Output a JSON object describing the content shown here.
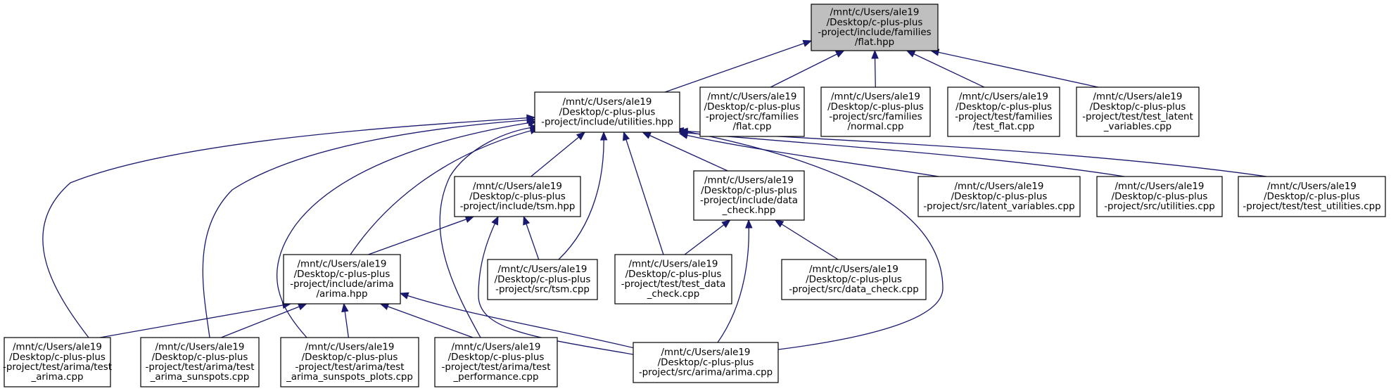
{
  "graph": {
    "type": "include-dependency-graph",
    "edge_color": "#191970",
    "root_fill": "#bfbfbf",
    "nodes": [
      {
        "id": "flat_hpp",
        "root": true,
        "lines": [
          "/mnt/c/Users/ale19",
          "/Desktop/c-plus-plus",
          "-project/include/families",
          "/flat.hpp"
        ]
      },
      {
        "id": "utilities_hpp",
        "lines": [
          "/mnt/c/Users/ale19",
          "/Desktop/c-plus-plus",
          "-project/include/utilities.hpp"
        ]
      },
      {
        "id": "flat_cpp",
        "lines": [
          "/mnt/c/Users/ale19",
          "/Desktop/c-plus-plus",
          "-project/src/families",
          "/flat.cpp"
        ]
      },
      {
        "id": "normal_cpp",
        "lines": [
          "/mnt/c/Users/ale19",
          "/Desktop/c-plus-plus",
          "-project/src/families",
          "/normal.cpp"
        ]
      },
      {
        "id": "test_flat_cpp",
        "lines": [
          "/mnt/c/Users/ale19",
          "/Desktop/c-plus-plus",
          "-project/test/families",
          "/test_flat.cpp"
        ]
      },
      {
        "id": "test_latent_cpp",
        "lines": [
          "/mnt/c/Users/ale19",
          "/Desktop/c-plus-plus",
          "-project/test/test_latent",
          "_variables.cpp"
        ]
      },
      {
        "id": "tsm_hpp",
        "lines": [
          "/mnt/c/Users/ale19",
          "/Desktop/c-plus-plus",
          "-project/include/tsm.hpp"
        ]
      },
      {
        "id": "data_check_hpp",
        "lines": [
          "/mnt/c/Users/ale19",
          "/Desktop/c-plus-plus",
          "-project/include/data",
          "_check.hpp"
        ]
      },
      {
        "id": "latent_variables_cpp",
        "lines": [
          "/mnt/c/Users/ale19",
          "/Desktop/c-plus-plus",
          "-project/src/latent_variables.cpp"
        ]
      },
      {
        "id": "utilities_cpp",
        "lines": [
          "/mnt/c/Users/ale19",
          "/Desktop/c-plus-plus",
          "-project/src/utilities.cpp"
        ]
      },
      {
        "id": "test_utilities_cpp",
        "lines": [
          "/mnt/c/Users/ale19",
          "/Desktop/c-plus-plus",
          "-project/test/test_utilities.cpp"
        ]
      },
      {
        "id": "arima_hpp",
        "lines": [
          "/mnt/c/Users/ale19",
          "/Desktop/c-plus-plus",
          "-project/include/arima",
          "/arima.hpp"
        ]
      },
      {
        "id": "tsm_cpp",
        "lines": [
          "/mnt/c/Users/ale19",
          "/Desktop/c-plus-plus",
          "-project/src/tsm.cpp"
        ]
      },
      {
        "id": "test_data_check_cpp",
        "lines": [
          "/mnt/c/Users/ale19",
          "/Desktop/c-plus-plus",
          "-project/test/test_data",
          "_check.cpp"
        ]
      },
      {
        "id": "data_check_cpp",
        "lines": [
          "/mnt/c/Users/ale19",
          "/Desktop/c-plus-plus",
          "-project/src/data_check.cpp"
        ]
      },
      {
        "id": "test_arima_cpp",
        "lines": [
          "/mnt/c/Users/ale19",
          "/Desktop/c-plus-plus",
          "-project/test/arima/test",
          "_arima.cpp"
        ]
      },
      {
        "id": "test_arima_sunspots_cpp",
        "lines": [
          "/mnt/c/Users/ale19",
          "/Desktop/c-plus-plus",
          "-project/test/arima/test",
          "_arima_sunspots.cpp"
        ]
      },
      {
        "id": "test_arima_sunspots_plots_cpp",
        "lines": [
          "/mnt/c/Users/ale19",
          "/Desktop/c-plus-plus",
          "-project/test/arima/test",
          "_arima_sunspots_plots.cpp"
        ]
      },
      {
        "id": "test_performance_cpp",
        "lines": [
          "/mnt/c/Users/ale19",
          "/Desktop/c-plus-plus",
          "-project/test/arima/test",
          "_performance.cpp"
        ]
      },
      {
        "id": "arima_cpp",
        "lines": [
          "/mnt/c/Users/ale19",
          "/Desktop/c-plus-plus",
          "-project/src/arima/arima.cpp"
        ]
      }
    ],
    "edges": [
      {
        "from": "utilities_hpp",
        "to": "flat_hpp"
      },
      {
        "from": "flat_cpp",
        "to": "flat_hpp"
      },
      {
        "from": "normal_cpp",
        "to": "flat_hpp"
      },
      {
        "from": "test_flat_cpp",
        "to": "flat_hpp"
      },
      {
        "from": "test_latent_cpp",
        "to": "flat_hpp"
      },
      {
        "from": "tsm_hpp",
        "to": "utilities_hpp"
      },
      {
        "from": "data_check_hpp",
        "to": "utilities_hpp"
      },
      {
        "from": "latent_variables_cpp",
        "to": "utilities_hpp"
      },
      {
        "from": "utilities_cpp",
        "to": "utilities_hpp"
      },
      {
        "from": "test_utilities_cpp",
        "to": "utilities_hpp"
      },
      {
        "from": "arima_hpp",
        "to": "utilities_hpp"
      },
      {
        "from": "tsm_cpp",
        "to": "utilities_hpp"
      },
      {
        "from": "test_data_check_cpp",
        "to": "utilities_hpp"
      },
      {
        "from": "arima_cpp",
        "to": "utilities_hpp"
      },
      {
        "from": "test_arima_cpp",
        "to": "utilities_hpp"
      },
      {
        "from": "test_arima_sunspots_cpp",
        "to": "utilities_hpp"
      },
      {
        "from": "test_arima_sunspots_plots_cpp",
        "to": "utilities_hpp"
      },
      {
        "from": "test_performance_cpp",
        "to": "utilities_hpp"
      },
      {
        "from": "arima_hpp",
        "to": "tsm_hpp"
      },
      {
        "from": "tsm_cpp",
        "to": "tsm_hpp"
      },
      {
        "from": "arima_cpp",
        "to": "tsm_hpp"
      },
      {
        "from": "test_data_check_cpp",
        "to": "data_check_hpp"
      },
      {
        "from": "data_check_cpp",
        "to": "data_check_hpp"
      },
      {
        "from": "arima_cpp",
        "to": "data_check_hpp"
      },
      {
        "from": "test_arima_cpp",
        "to": "arima_hpp"
      },
      {
        "from": "test_arima_sunspots_cpp",
        "to": "arima_hpp"
      },
      {
        "from": "test_arima_sunspots_plots_cpp",
        "to": "arima_hpp"
      },
      {
        "from": "test_performance_cpp",
        "to": "arima_hpp"
      },
      {
        "from": "arima_cpp",
        "to": "arima_hpp"
      }
    ]
  }
}
